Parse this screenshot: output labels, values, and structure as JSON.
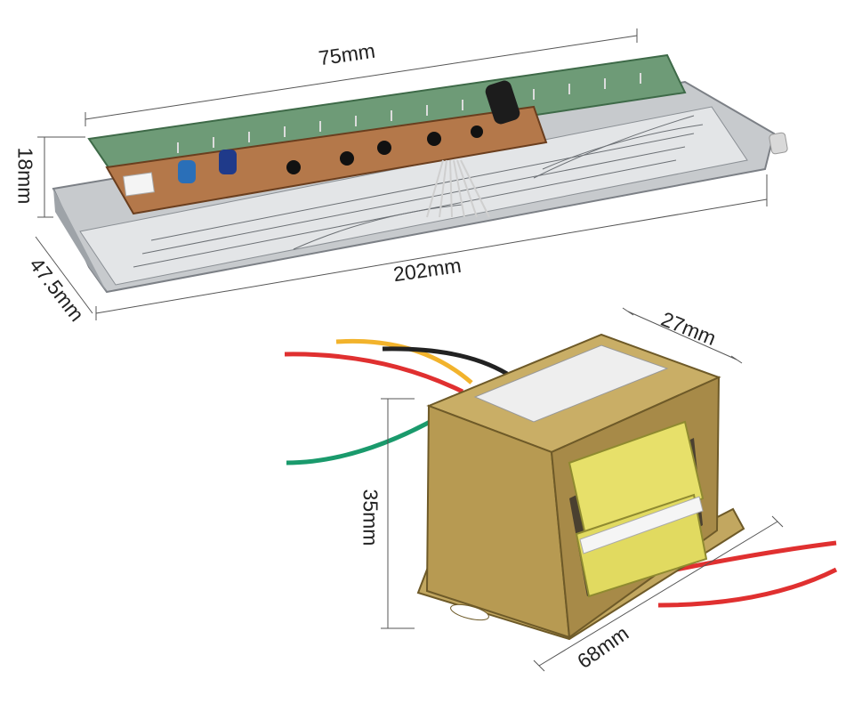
{
  "dimensions": {
    "pcb_length": "75mm",
    "display_length": "202mm",
    "height": "18mm",
    "depth": "47.5mm",
    "transformer_width": "27mm",
    "transformer_height": "35mm",
    "transformer_length": "68mm"
  },
  "colors": {
    "pcb_green": "#6e9b77",
    "pcb_brown": "#b4784a",
    "glass": "#b9bcc0",
    "transformer_metal": "#b79a52",
    "coil_yellow": "#e7e06a",
    "wire_red": "#e03030",
    "wire_yellow": "#f2b32c",
    "wire_green": "#1a9a6c",
    "wire_black": "#222222"
  }
}
